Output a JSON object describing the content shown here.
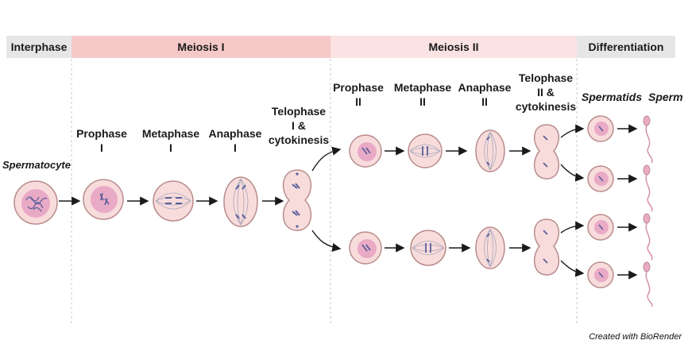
{
  "phases": {
    "interphase": "Interphase",
    "meiosis1": "Meiosis I",
    "meiosis2": "Meiosis II",
    "differentiation": "Differentiation"
  },
  "stages": {
    "spermatocyte": "Spermatocyte",
    "prophase1": "Prophase\nI",
    "metaphase1": "Metaphase\nI",
    "anaphase1": "Anaphase\nI",
    "telophase1": "Telophase\nI &\ncytokinesis",
    "prophase2": "Prophase\nII",
    "metaphase2": "Metaphase\nII",
    "anaphase2": "Anaphase\nII",
    "telophase2": "Telophase\nII &\ncytokinesis",
    "spermatids": "Spermatids",
    "sperm": "Sperm"
  },
  "credit": "Created with BioRender",
  "colors": {
    "interphase_bar": "#e6e6e6",
    "meiosis1_bar": "#f6c9c9",
    "meiosis2_bar": "#fbe3e3",
    "differentiation_bar": "#e6e6e6",
    "cell_fill": "#f8dcdc",
    "cell_stroke": "#b98c8c",
    "nucleus": "#e9aac6",
    "spindle": "#a8a8b8",
    "chromosome": "#5a5f9a",
    "arrow": "#1a1a1a"
  }
}
